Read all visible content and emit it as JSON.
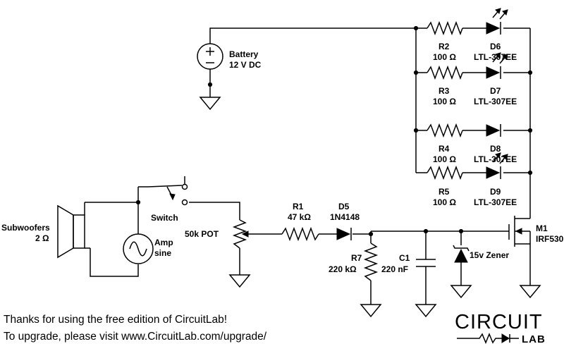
{
  "components": {
    "battery": {
      "name": "Battery",
      "value": "12 V DC"
    },
    "speaker": {
      "name": "Subwoofers",
      "value": "2 Ω"
    },
    "amp": {
      "name": "Amp",
      "value": "sine"
    },
    "switch": {
      "name": "Switch"
    },
    "pot": {
      "name": "50k POT"
    },
    "r1": {
      "name": "R1",
      "value": "47 kΩ"
    },
    "d5": {
      "name": "D5",
      "value": "1N4148"
    },
    "r7": {
      "name": "R7",
      "value": "220 kΩ"
    },
    "c1": {
      "name": "C1",
      "value": "220 nF"
    },
    "zener": {
      "name": "15v Zener"
    },
    "m1": {
      "name": "M1",
      "value": "IRF530"
    },
    "r2": {
      "name": "R2",
      "value": "100 Ω"
    },
    "r3": {
      "name": "R3",
      "value": "100 Ω"
    },
    "r4": {
      "name": "R4",
      "value": "100 Ω"
    },
    "r5": {
      "name": "R5",
      "value": "100 Ω"
    },
    "d6": {
      "name": "D6",
      "value": "LTL-307EE"
    },
    "d7": {
      "name": "D7",
      "value": "LTL-307EE"
    },
    "d8": {
      "name": "D8",
      "value": "LTL-307EE"
    },
    "d9": {
      "name": "D9",
      "value": "LTL-307EE"
    }
  },
  "footer": {
    "line1": "Thanks for using the free edition of CircuitLab!",
    "line2": "To upgrade, please visit www.CircuitLab.com/upgrade/"
  },
  "logo": {
    "top": "CIRCUIT",
    "bottom": "LAB"
  }
}
